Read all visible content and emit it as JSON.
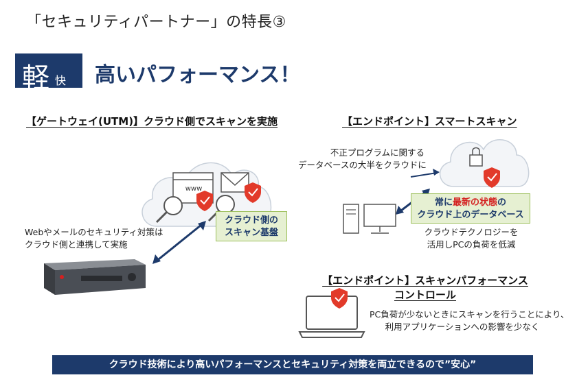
{
  "page_title": "「セキュリティパートナー」の特長③",
  "badge": {
    "big": "軽",
    "small": "快"
  },
  "headline": "高いパフォーマンス！",
  "gateway": {
    "heading": "【ゲートウェイ(UTM)】クラウド側でスキャンを実施",
    "description_line1": "Webやメールのセキュリティ対策は",
    "description_line2": "クラウド側と連携して実施",
    "cloud_label_line1": "クラウド側の",
    "cloud_label_line2": "スキャン基盤",
    "www_text": "www"
  },
  "smartscan": {
    "heading": "【エンドポイント】スマートスキャン",
    "cloud_text_line1": "不正プログラムに関する",
    "cloud_text_line2": "データベースの大半をクラウドに",
    "db_part1": "常に",
    "db_part2": "最新の状態",
    "db_part3": "の",
    "db_line2": "クラウド上のデータベース",
    "tech_line1": "クラウドテクノロジーを",
    "tech_line2": "活用しPCの負荷を低減"
  },
  "perfcontrol": {
    "heading_line1": "【エンドポイント】スキャンパフォーマンス",
    "heading_line2": "コントロール",
    "desc_line1": "PC負荷が少ないときにスキャンを行うことにより、",
    "desc_line2": "利用アプリケーションへの影響を少なく"
  },
  "footer_banner": "クラウド技術により高いパフォーマンスとセキュリティ対策を両立できるので”安心”",
  "colors": {
    "navy": "#1d3a6b",
    "red": "#d42020",
    "green_bg": "#e6f0d2",
    "shield": "#e23a2a"
  }
}
